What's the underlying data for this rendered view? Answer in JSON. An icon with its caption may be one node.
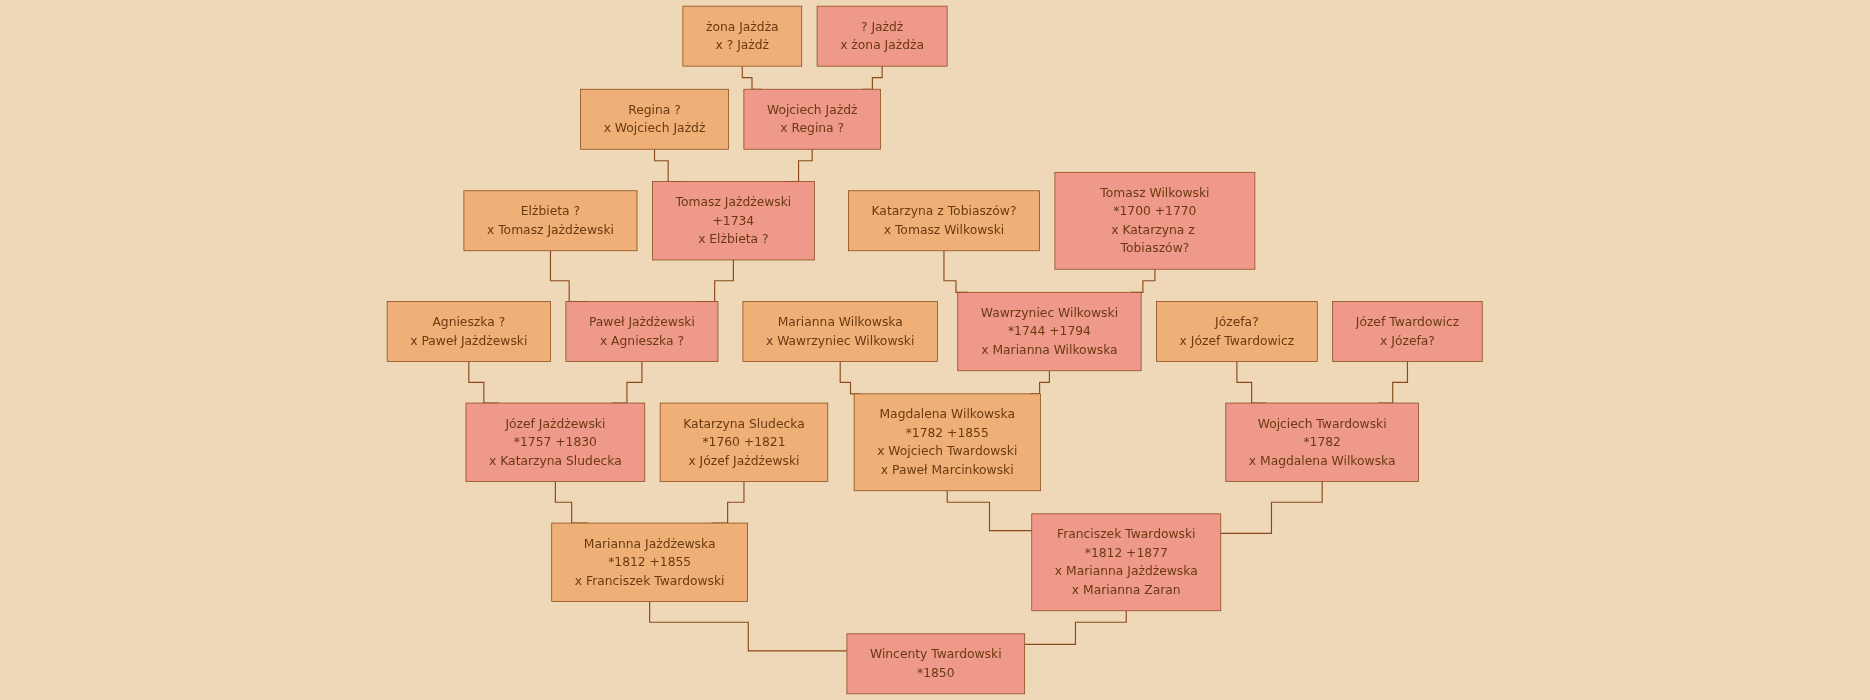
{
  "diagram": {
    "nodes": [
      {
        "text": [
          "żona Jażdża",
          "x ? Jażdż"
        ]
      },
      {
        "text": [
          "? Jażdż",
          "x żona Jażdża"
        ]
      },
      {
        "text": [
          "Regina ?",
          "x Wojciech Jażdż"
        ]
      },
      {
        "text": [
          "Wojciech Jażdż",
          "x Regina ?"
        ]
      },
      {
        "text": [
          "Elżbieta ?",
          "x Tomasz Jażdżewski"
        ]
      },
      {
        "text": [
          "Tomasz Jażdżewski",
          "+1734",
          "x Elżbieta ?"
        ]
      },
      {
        "text": [
          "Katarzyna z Tobiaszów?",
          "x Tomasz Wilkowski"
        ]
      },
      {
        "text": [
          "Tomasz Wilkowski",
          "*1700 +1770",
          "x Katarzyna z Tobiaszów?"
        ]
      },
      {
        "text": [
          "Agnieszka ?",
          "x Paweł Jażdżewski"
        ]
      },
      {
        "text": [
          "Paweł Jażdżewski",
          "x Agnieszka ?"
        ]
      },
      {
        "text": [
          "Marianna Wilkowska",
          "x Wawrzyniec Wilkowski"
        ]
      },
      {
        "text": [
          "Wawrzyniec Wilkowski",
          "*1744 +1794",
          "x Marianna Wilkowska"
        ]
      },
      {
        "text": [
          "Józefa?",
          "x Józef Twardowicz"
        ]
      },
      {
        "text": [
          "Józef Twardowicz",
          "x Józefa?"
        ]
      },
      {
        "text": [
          "Józef Jażdżewski",
          "*1757 +1830",
          "x Katarzyna Sludecka"
        ]
      },
      {
        "text": [
          "Katarzyna Sludecka",
          "*1760 +1821",
          "x Józef Jażdżewski"
        ]
      },
      {
        "text": [
          "Magdalena Wilkowska",
          "*1782 +1855",
          "x Wojciech Twardowski",
          "x Paweł Marcinkowski"
        ]
      },
      {
        "text": [
          "Wojciech Twardowski",
          "*1782",
          "x Magdalena Wilkowska"
        ]
      },
      {
        "text": [
          "Marianna Jażdżewska",
          "*1812 +1855",
          "x Franciszek Twardowski"
        ]
      },
      {
        "text": [
          "Franciszek Twardowski",
          "*1812 +1877",
          "x Marianna Jażdżewska",
          "x Marianna Zaran"
        ]
      },
      {
        "text": [
          "Wincenty Twardowski",
          "*1850"
        ]
      }
    ],
    "edges": [
      {
        "from": 0,
        "to": 3,
        "arrow": "none"
      },
      {
        "from": 1,
        "to": 3,
        "arrow": "none"
      },
      {
        "from": 2,
        "to": 5,
        "arrow": "none"
      },
      {
        "from": 3,
        "to": 5,
        "arrow": "none"
      },
      {
        "from": 4,
        "to": 9,
        "arrow": "none"
      },
      {
        "from": 5,
        "to": 9,
        "arrow": "none"
      },
      {
        "from": 6,
        "to": 11,
        "arrow": "none"
      },
      {
        "from": 7,
        "to": 11,
        "arrow": "none"
      },
      {
        "from": 8,
        "to": 14,
        "arrow": "none"
      },
      {
        "from": 9,
        "to": 14,
        "arrow": "none"
      },
      {
        "from": 10,
        "to": 16,
        "arrow": "none"
      },
      {
        "from": 11,
        "to": 16,
        "arrow": "none"
      },
      {
        "from": 12,
        "to": 17,
        "arrow": "none"
      },
      {
        "from": 13,
        "to": 17,
        "arrow": "none"
      },
      {
        "from": 14,
        "to": 18,
        "arrow": "none"
      },
      {
        "from": 15,
        "to": 18,
        "arrow": "none"
      },
      {
        "from": 16,
        "to": 19,
        "arrow": "none"
      },
      {
        "from": 17,
        "to": 19,
        "arrow": "none"
      },
      {
        "from": 18,
        "to": 20,
        "arrow": "none"
      },
      {
        "from": 19,
        "to": 20,
        "arrow": "none"
      }
    ]
  }
}
